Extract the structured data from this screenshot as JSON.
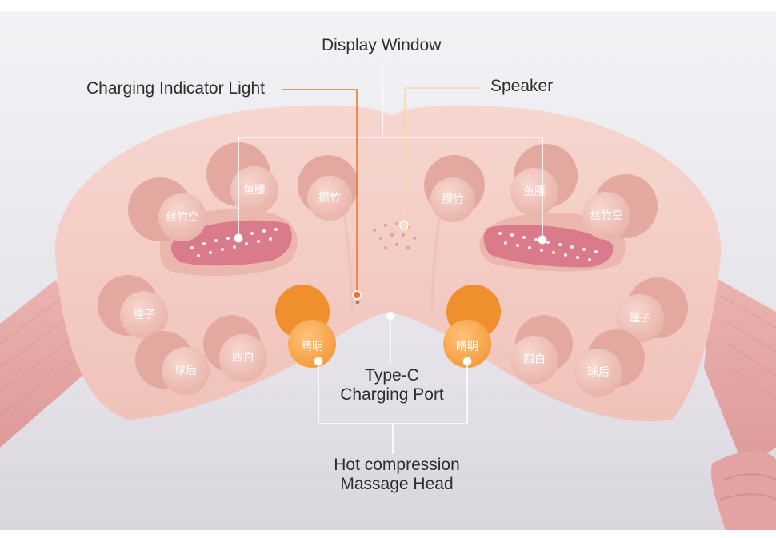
{
  "labels": {
    "display_window": "Display Window",
    "charging_indicator_light": "Charging Indicator Light",
    "speaker": "Speaker",
    "type_c_line1": "Type-C",
    "type_c_line2": "Charging Port",
    "hot_compression_line1": "Hot compression",
    "hot_compression_line2": "Massage Head"
  },
  "acupoints": {
    "sizhukong": "丝竹空",
    "yuyao": "鱼腰",
    "zanzhu": "攒竹",
    "tongzi": "瞳子",
    "qiuhou": "球后",
    "sibai": "四白",
    "jingming": "睛明"
  },
  "colors": {
    "background": "#ffffff",
    "mask_body": "#f4cfc8",
    "strap": "#e7a6a6",
    "heated_head": "#f7a64a",
    "indicator_line": "#ea7a2d",
    "speaker_line": "#f3d9a8",
    "callout_line": "#ffffff",
    "text": "#2e2e2e"
  }
}
